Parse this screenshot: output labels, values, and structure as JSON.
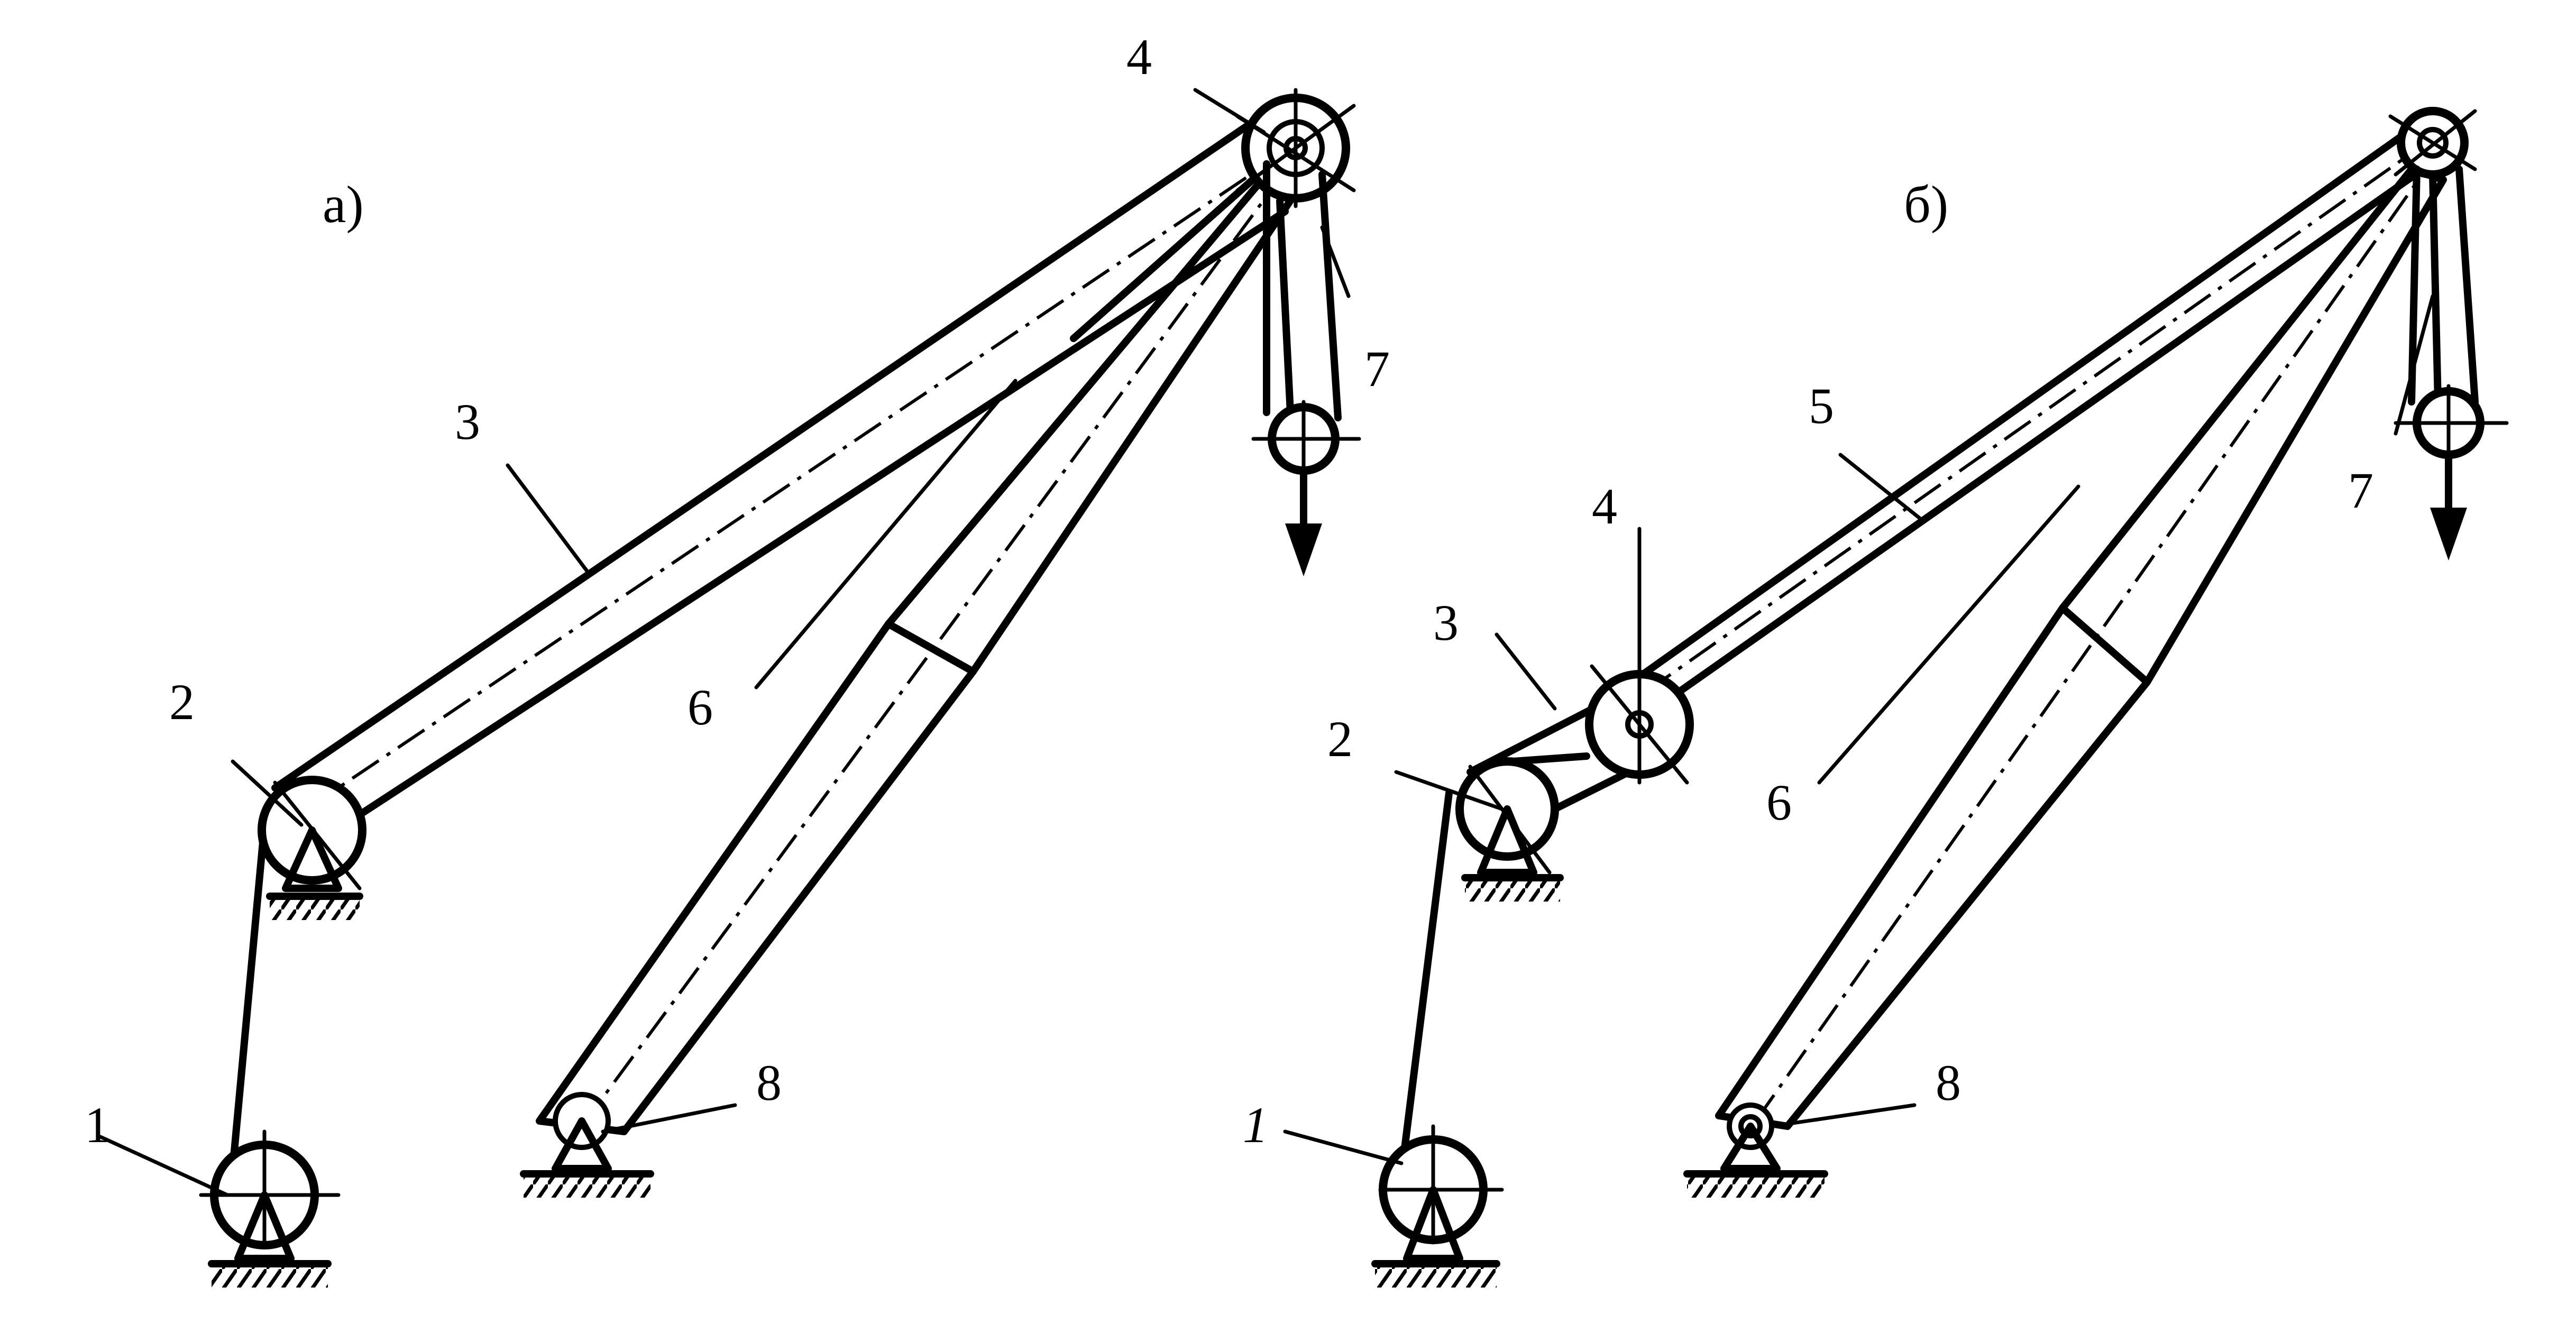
{
  "figure_a": {
    "title": "а)",
    "labels": {
      "n1": "1",
      "n2": "2",
      "n3": "3",
      "n4": "4",
      "n6": "6",
      "n7": "7",
      "n8": "8"
    }
  },
  "figure_b": {
    "title": "б)",
    "labels": {
      "n1": "1",
      "n2": "2",
      "n3": "3",
      "n4": "4",
      "n5": "5",
      "n6": "6",
      "n7": "7",
      "n8": "8"
    }
  },
  "colors": {
    "ink": "#000000",
    "background": "#ffffff"
  }
}
